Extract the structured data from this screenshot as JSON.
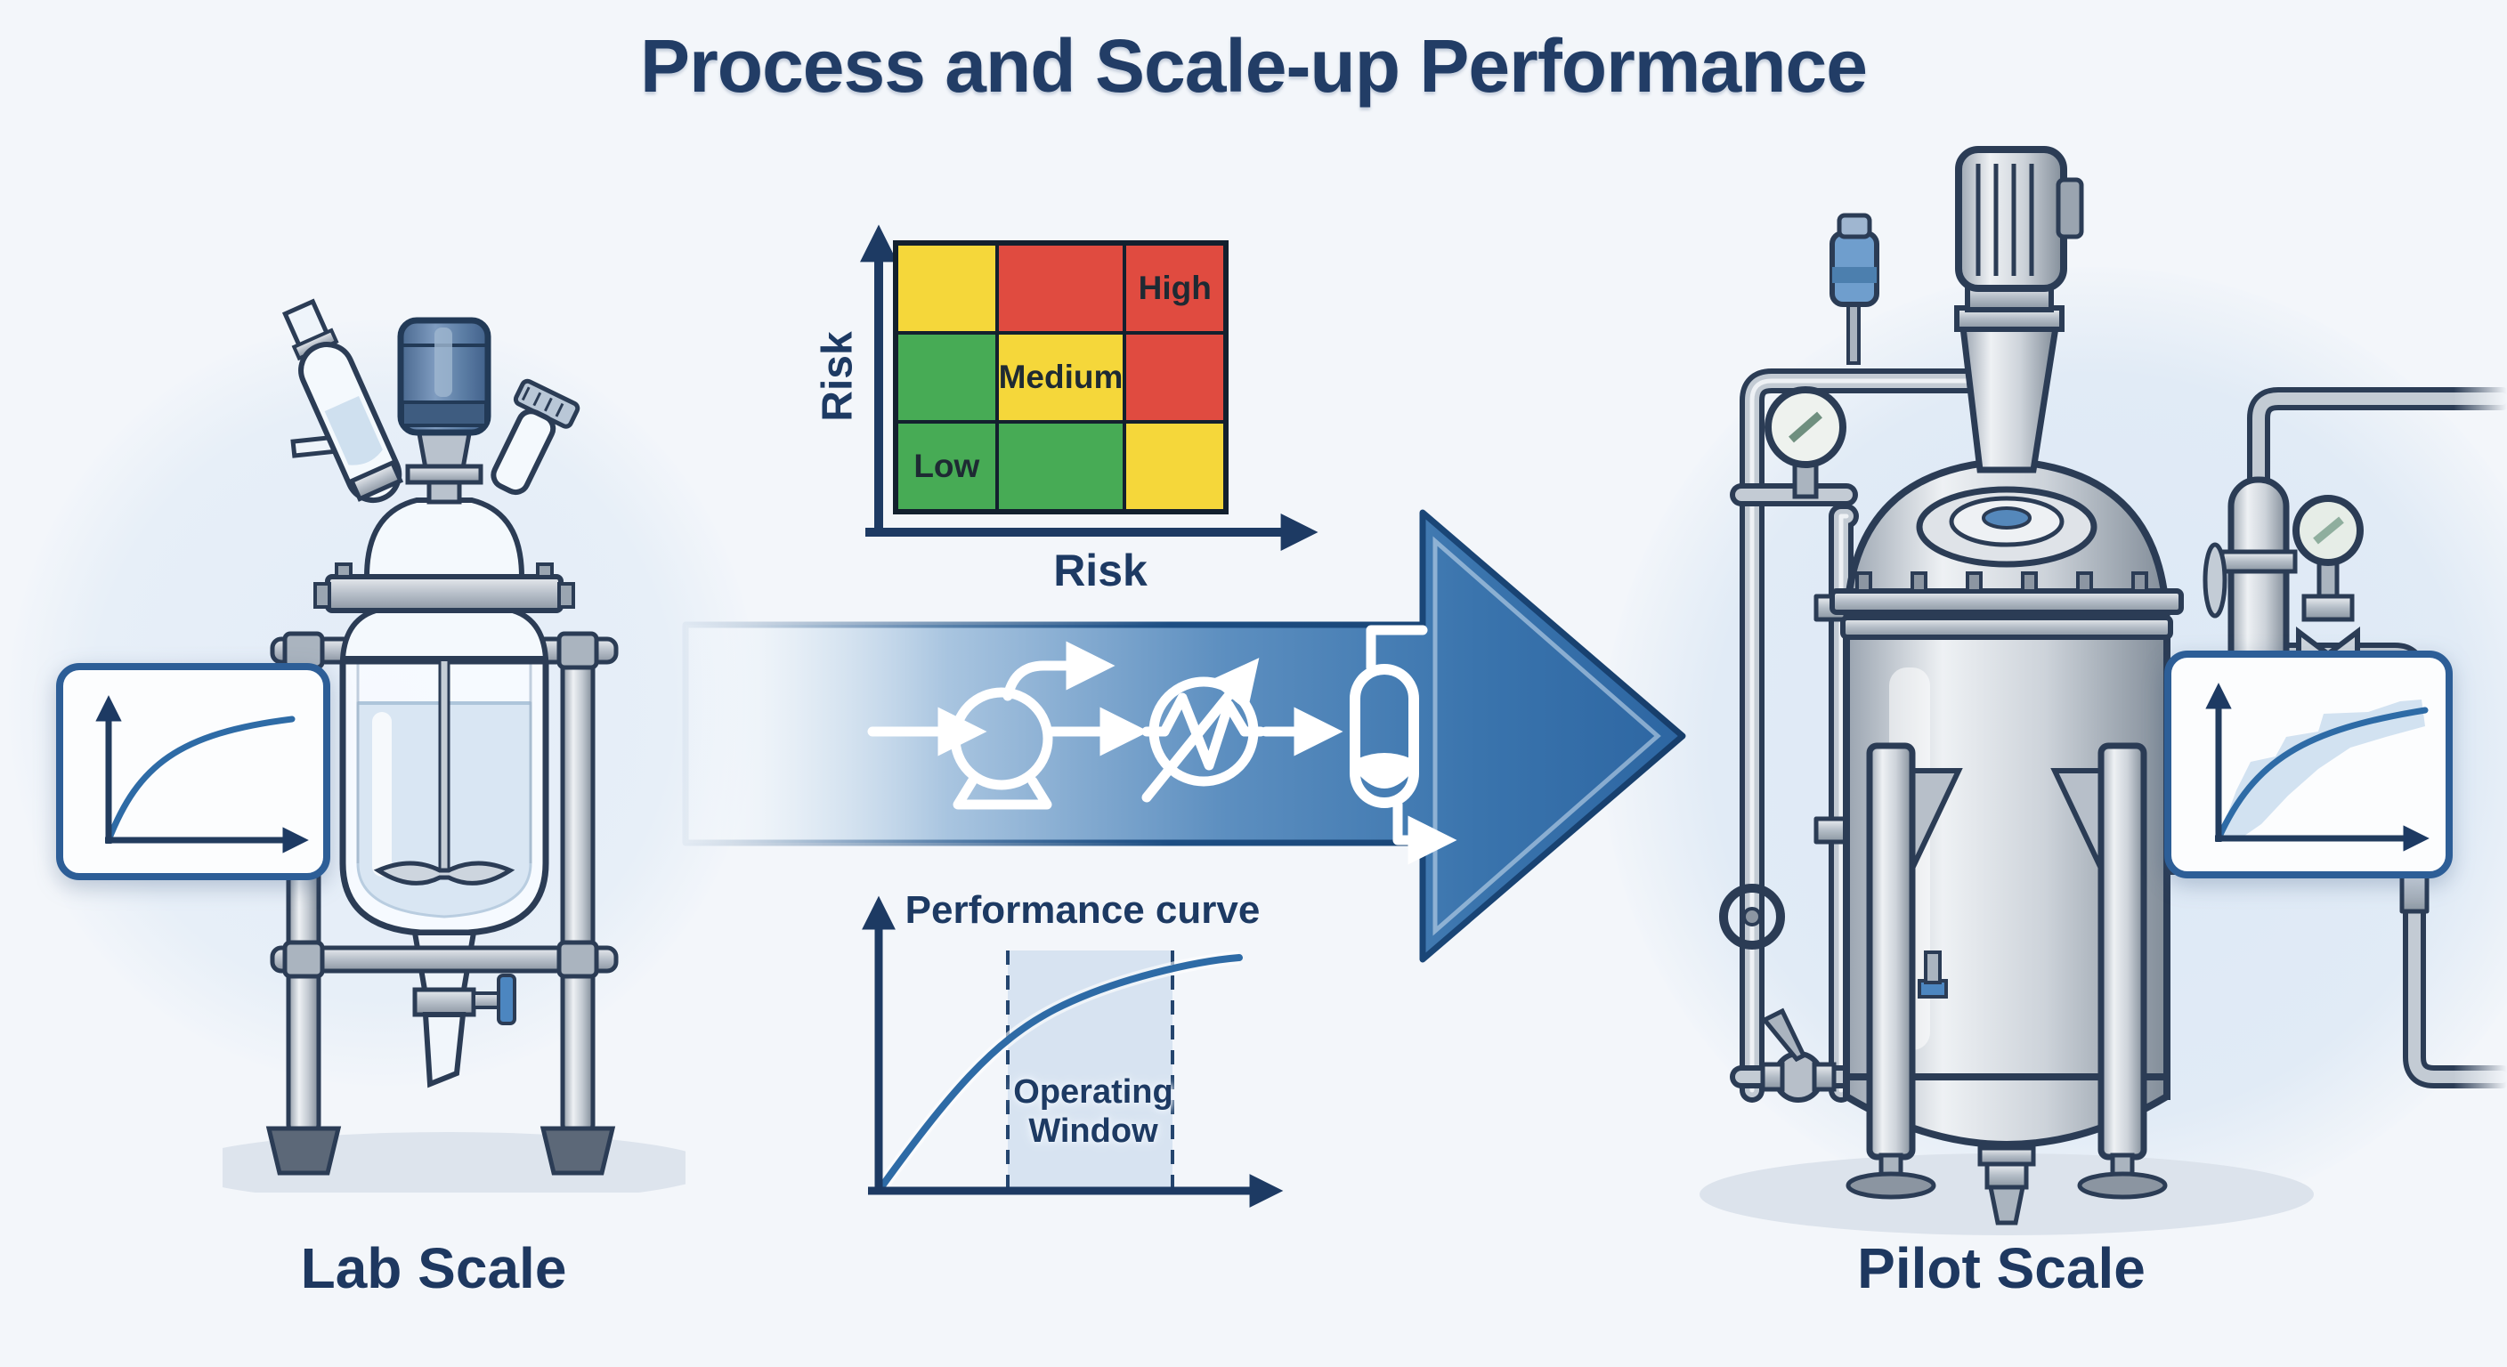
{
  "title": "Process and Scale-up Performance",
  "left_unit": {
    "label": "Lab Scale",
    "equipment": "jacketed glass stirred reactor with condenser, motor and drain valve"
  },
  "right_unit": {
    "label": "Pilot Scale",
    "equipment": "stainless steel stirred tank reactor with motor, gauges, valves and piping"
  },
  "risk_matrix": {
    "y_label": "Risk",
    "x_label": "Risk",
    "grid": [
      {
        "color": "yellow",
        "label": ""
      },
      {
        "color": "red",
        "label": ""
      },
      {
        "color": "red",
        "label": "High"
      },
      {
        "color": "green",
        "label": ""
      },
      {
        "color": "yellow",
        "label": "Medium"
      },
      {
        "color": "red",
        "label": ""
      },
      {
        "color": "green",
        "label": "Low"
      },
      {
        "color": "green",
        "label": ""
      },
      {
        "color": "yellow",
        "label": ""
      }
    ]
  },
  "performance_chart": {
    "title": "Performance curve",
    "window_label": "Operating Window"
  },
  "process_flow_icons": [
    "pump-icon",
    "heat-exchanger-icon",
    "separator-vessel-icon"
  ],
  "colors": {
    "background": "#f3f6fa",
    "navy_text": "#21395e",
    "axis_navy": "#1d3a63",
    "risk_red": "#e04b40",
    "risk_yellow": "#f5d73a",
    "risk_green": "#47ab55",
    "arrow_blue_dark": "#2d66a2",
    "arrow_edge": "#1d4e83",
    "curve_blue": "#2e6ba6",
    "window_fill": "#cfdfef",
    "metal_gray": "#c6cdd5",
    "outline_navy": "#2b3c55",
    "motor_blue": "#5d7fa6"
  },
  "chart_data": [
    {
      "type": "heatmap",
      "title": "",
      "xlabel": "Risk",
      "ylabel": "Risk",
      "rows": 3,
      "cols": 3,
      "cells_colors": [
        [
          "yellow",
          "red",
          "red"
        ],
        [
          "green",
          "yellow",
          "red"
        ],
        [
          "green",
          "green",
          "yellow"
        ]
      ],
      "cell_labels": [
        {
          "row": 0,
          "col": 2,
          "text": "High"
        },
        {
          "row": 1,
          "col": 1,
          "text": "Medium"
        },
        {
          "row": 2,
          "col": 0,
          "text": "Low"
        }
      ],
      "axis_ticks": "none",
      "legend": "off"
    },
    {
      "type": "line",
      "title": "Performance curve",
      "xlabel": "",
      "ylabel": "",
      "x_normalized": [
        0,
        0.2,
        0.4,
        0.6,
        0.8,
        1.0
      ],
      "y_normalized": [
        0,
        0.42,
        0.67,
        0.82,
        0.92,
        0.97
      ],
      "annotations": [
        {
          "text": "Operating Window",
          "x_range_normalized": [
            0.42,
            0.79
          ],
          "style": "shaded band with dashed borders"
        }
      ],
      "axis_ticks": "none",
      "grid": "off"
    },
    {
      "type": "line",
      "title": "",
      "description": "lab-scale inset: smooth saturating curve",
      "x_normalized": [
        0,
        0.25,
        0.5,
        0.75,
        1.0
      ],
      "y_normalized": [
        0,
        0.55,
        0.78,
        0.9,
        0.95
      ],
      "axis_ticks": "none"
    },
    {
      "type": "line",
      "title": "",
      "description": "pilot-scale inset: saturating curve with light data band",
      "x_normalized": [
        0,
        0.25,
        0.5,
        0.75,
        1.0
      ],
      "y_normalized": [
        0,
        0.5,
        0.75,
        0.88,
        0.93
      ],
      "band": true,
      "axis_ticks": "none"
    }
  ]
}
